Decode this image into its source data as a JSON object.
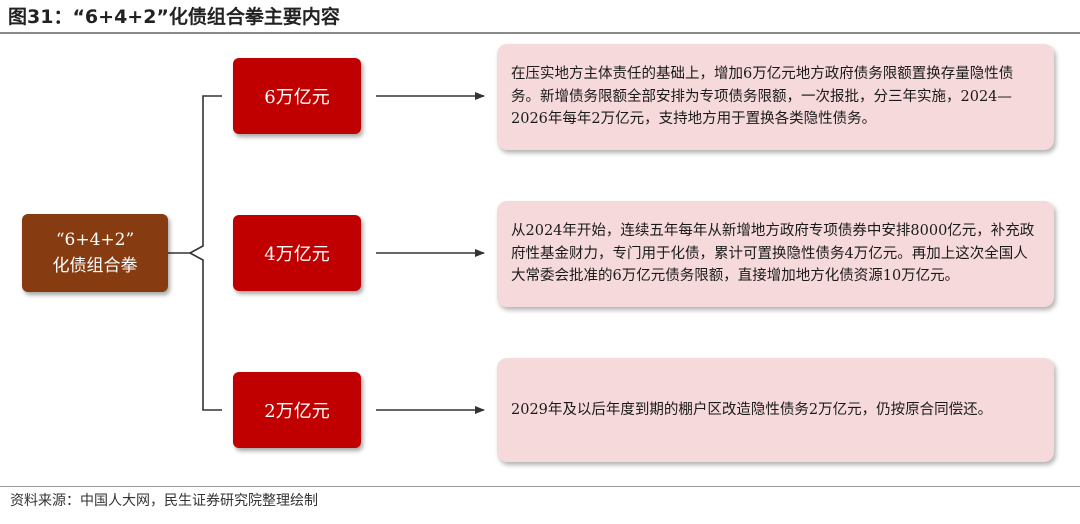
{
  "figure": {
    "title": "图31：“6+4+2”化债组合拳主要内容",
    "source": "资料来源：中国人大网，民生证券研究院整理绘制"
  },
  "root": {
    "line1": "“6+4+2”",
    "line2": "化债组合拳"
  },
  "items": [
    {
      "amount": "6万亿元",
      "description": "在压实地方主体责任的基础上，增加6万亿元地方政府债务限额置换存量隐性债务。新增债务限额全部安排为专项债务限额，一次报批，分三年实施，2024—2026年每年2万亿元，支持地方用于置换各类隐性债务。"
    },
    {
      "amount": "4万亿元",
      "description": "从2024年开始，连续五年每年从新增地方政府专项债券中安排8000亿元，补充政府性基金财力，专门用于化债，累计可置换隐性债务4万亿元。再加上这次全国人大常委会批准的6万亿元债务限额，直接增加地方化债资源10万亿元。"
    },
    {
      "amount": "2万亿元",
      "description": "2029年及以后年度到期的棚户区改造隐性债务2万亿元，仍按原合同偿还。"
    }
  ],
  "colors": {
    "root_fill": "#873b10",
    "amount_fill": "#c00000",
    "description_fill": "#f6dadb",
    "connector": "#333333"
  }
}
